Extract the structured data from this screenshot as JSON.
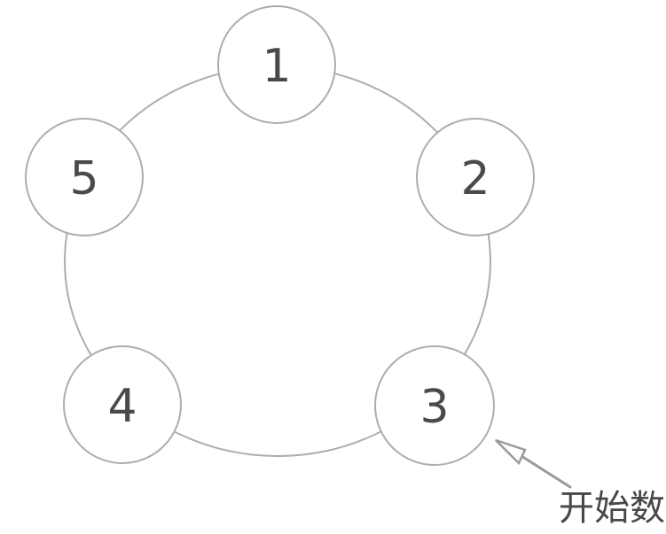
{
  "diagram": {
    "type": "counting-circle",
    "nodes": [
      {
        "id": "node-1",
        "label": "1"
      },
      {
        "id": "node-2",
        "label": "2"
      },
      {
        "id": "node-3",
        "label": "3"
      },
      {
        "id": "node-4",
        "label": "4"
      },
      {
        "id": "node-5",
        "label": "5"
      }
    ],
    "annotation": {
      "label": "开始数",
      "target_node": "3"
    },
    "colors": {
      "background": "#ffffff",
      "ring_stroke": "#adadad",
      "node_fill": "#ffffff",
      "node_stroke": "#adadad",
      "number_text": "#4a4a4a",
      "annotation_text": "#484848",
      "arrow": "#9a9a9a"
    }
  }
}
